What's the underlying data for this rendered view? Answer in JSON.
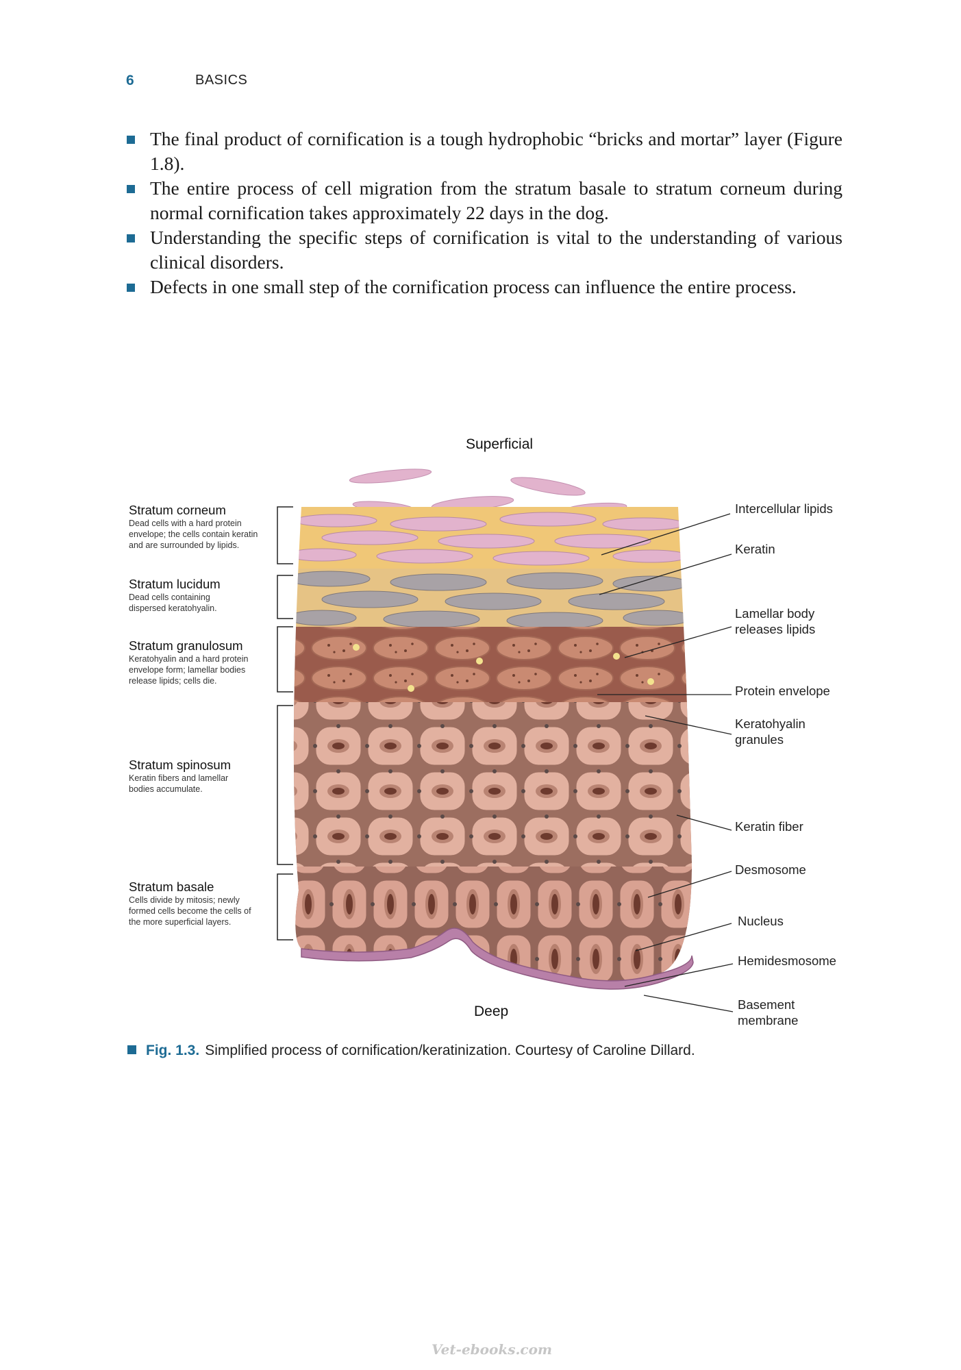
{
  "header": {
    "page_number": "6",
    "running_head": "BASICS"
  },
  "bullets": [
    "The final product of cornification is a tough hydrophobic “bricks and mortar” layer (Figure 1.8).",
    "The entire process of cell migration from the stratum basale to stratum corneum during normal cornification takes approximately 22 days in the dog.",
    "Understanding the specific steps of cornification is vital to the understanding of various clinical disorders.",
    "Defects in one small step of the cornification process can influence the entire process."
  ],
  "figure": {
    "top_label": "Superficial",
    "bottom_label": "Deep",
    "layers": [
      {
        "name": "Stratum corneum",
        "description": "Dead cells with a hard protein envelope; the cells contain keratin and are surrounded by lipids."
      },
      {
        "name": "Stratum lucidum",
        "description": "Dead cells containing dispersed keratohyalin."
      },
      {
        "name": "Stratum granulosum",
        "description": "Keratohyalin and a hard protein envelope form; lamellar bodies release lipids; cells die."
      },
      {
        "name": "Stratum spinosum",
        "description": "Keratin fibers and lamellar bodies accumulate."
      },
      {
        "name": "Stratum basale",
        "description": "Cells divide by mitosis; newly formed cells become the cells of the more superficial layers."
      }
    ],
    "callouts": [
      "Intercellular lipids",
      "Keratin",
      "Lamellar body releases lipids",
      "Protein envelope",
      "Keratohyalin granules",
      "Keratin fiber",
      "Desmosome",
      "Nucleus",
      "Hemidesmosome",
      "Basement membrane"
    ],
    "colors": {
      "corneum": "#e2b3cd",
      "lucidum": "#a8a2a6",
      "granulosum": "#c98a72",
      "spinosum": "#d9a594",
      "basale": "#cf9a89",
      "basement": "#b880a8",
      "lipid": "#f0c777",
      "accent": "#1d6b94"
    }
  },
  "caption": {
    "label": "Fig. 1.3.",
    "text": "Simplified process of cornification/keratinization. Courtesy of Caroline Dillard."
  },
  "footer": {
    "watermark": "Vet-ebooks.com"
  }
}
